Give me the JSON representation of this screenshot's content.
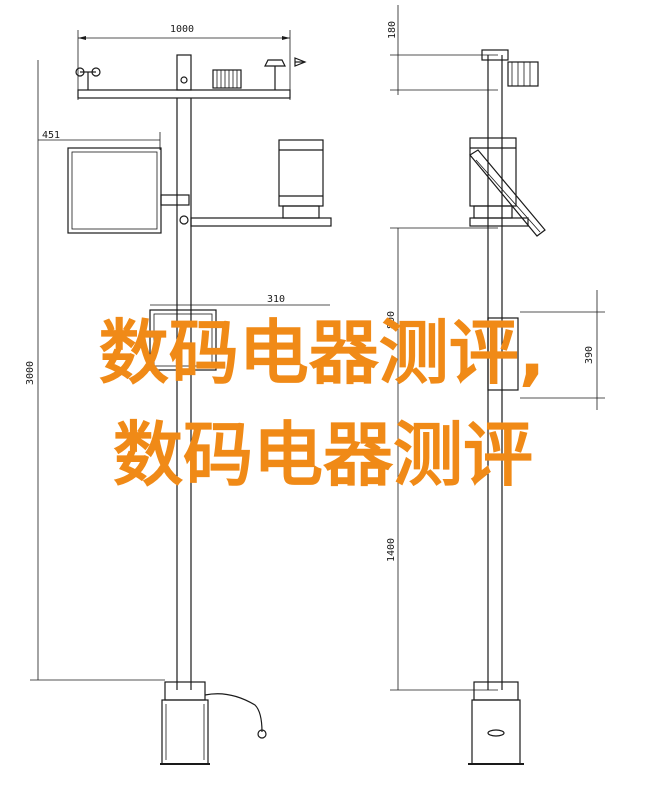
{
  "drawing": {
    "dimensions": {
      "top_width": "1000",
      "left_offset": "451",
      "box_width": "310",
      "total_height": "3000",
      "side_top": "180",
      "side_mid": "800",
      "side_right": "390",
      "side_lower": "1400"
    }
  },
  "overlay": {
    "line1": "数码电器测评,",
    "line2": "数码电器测评"
  },
  "colors": {
    "line": "#1a1a1a",
    "overlay": "#f08a17"
  }
}
